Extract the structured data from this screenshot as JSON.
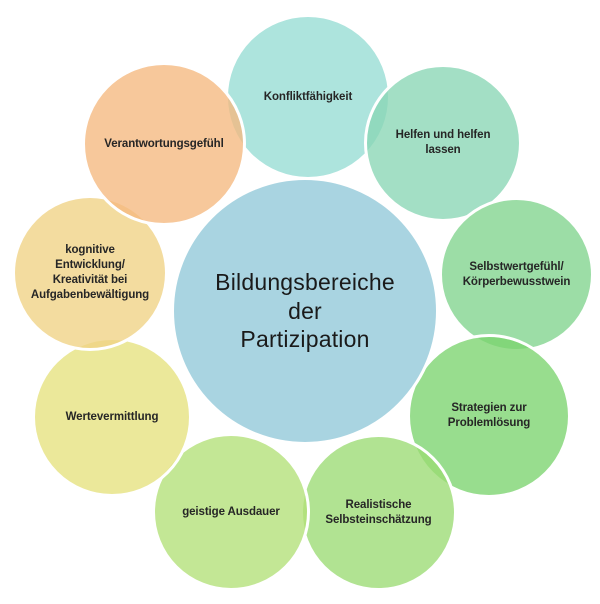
{
  "diagram": {
    "background_color": "#ffffff",
    "circle_border_color": "#ffffff",
    "circle_fill_opacity": 0.78,
    "label_text_color": "#262626",
    "center": {
      "label": "Bildungsbereiche\nder\nPartizipation",
      "fill": "#a9d4e1",
      "text_color": "#1a1a1a"
    },
    "circles": [
      {
        "name": "konfliktfaehigkeit",
        "label": "Konfliktfähigkeit",
        "fill": "#96dcd4"
      },
      {
        "name": "helfen-und-helfen-lassen",
        "label": "Helfen und helfen\nlassen",
        "fill": "#89d6b5"
      },
      {
        "name": "selbstwertgefuehl-koerperbewusstwein",
        "label": "Selbstwertgefühl/\nKörperbewusstwein",
        "fill": "#80d48d"
      },
      {
        "name": "strategien-zur-problemloesung",
        "label": "Strategien zur\nProblemlösung",
        "fill": "#7bd46e"
      },
      {
        "name": "realistische-selbsteinschaetzung",
        "label": "Realistische\nSelbsteinschätzung",
        "fill": "#9bdb73"
      },
      {
        "name": "geistige-ausdauer",
        "label": "geistige Ausdauer",
        "fill": "#b2e077"
      },
      {
        "name": "wertevermittlung",
        "label": "Wertevermittlung",
        "fill": "#e6e27e"
      },
      {
        "name": "kognitive-entwicklung",
        "label": "kognitive\nEntwicklung/\nKreativität bei\nAufgabenbewältigung",
        "fill": "#f0d284"
      },
      {
        "name": "verantwortungsgefuehl",
        "label": "Verantwortungsgefühl",
        "fill": "#f5b97f"
      }
    ]
  }
}
